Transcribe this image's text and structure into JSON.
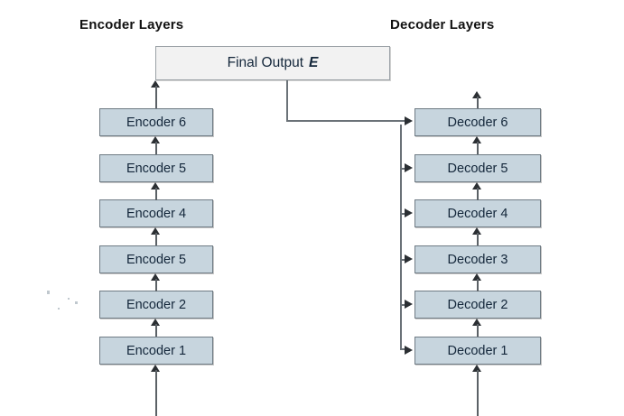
{
  "diagram": {
    "type": "flow",
    "background": "#ffffff",
    "box_fill": "#c7d5de",
    "box_border": "#6f7b84",
    "output_fill": "#f2f2f2",
    "arrow_color": "#2b2f33",
    "titles": {
      "encoder": "Encoder Layers",
      "decoder": "Decoder Layers"
    },
    "final_output": {
      "label": "Final Output",
      "symbol": "E"
    },
    "encoder_stack": [
      {
        "label": "Encoder 6"
      },
      {
        "label": "Encoder 5"
      },
      {
        "label": "Encoder 4"
      },
      {
        "label": "Encoder 5"
      },
      {
        "label": "Encoder 2"
      },
      {
        "label": "Encoder 1"
      }
    ],
    "decoder_stack": [
      {
        "label": "Decoder 6"
      },
      {
        "label": "Decoder 5"
      },
      {
        "label": "Decoder 4"
      },
      {
        "label": "Decoder 3"
      },
      {
        "label": "Decoder 2"
      },
      {
        "label": "Decoder 1"
      }
    ]
  }
}
